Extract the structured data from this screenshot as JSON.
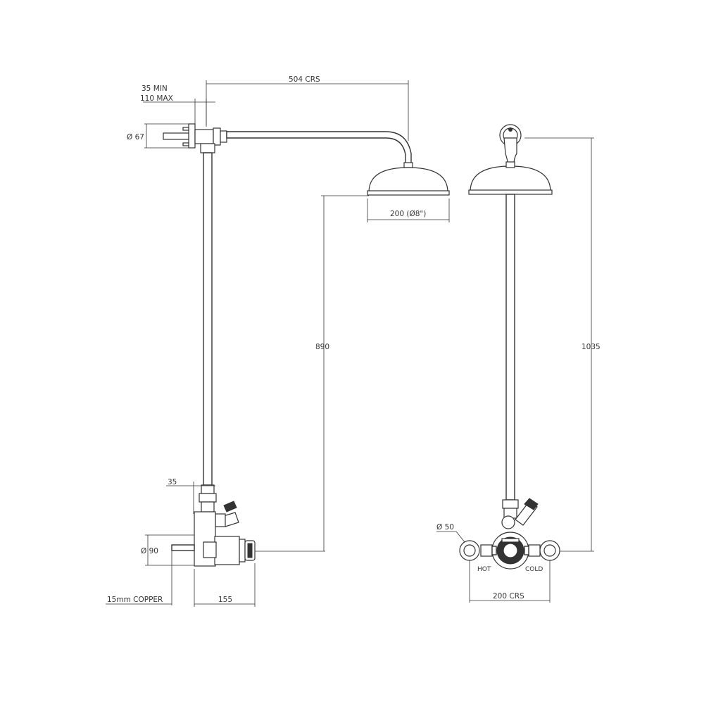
{
  "labels": {
    "min_projection": "35 MIN",
    "max_projection": "110 MAX",
    "arm_centres": "504 CRS",
    "wall_flange_dia": "Ø 67",
    "head_diameter": "200 (Ø8\")",
    "side_height": "890",
    "front_height": "1035",
    "valve_offset": "35",
    "valve_dia": "Ø 90",
    "inlet": "15mm COPPER",
    "valve_depth": "155",
    "elbow_dia": "Ø 50",
    "hot": "HOT",
    "cold": "COLD",
    "inlet_centres": "200 CRS"
  },
  "colors": {
    "line": "#333333",
    "background": "#ffffff"
  }
}
